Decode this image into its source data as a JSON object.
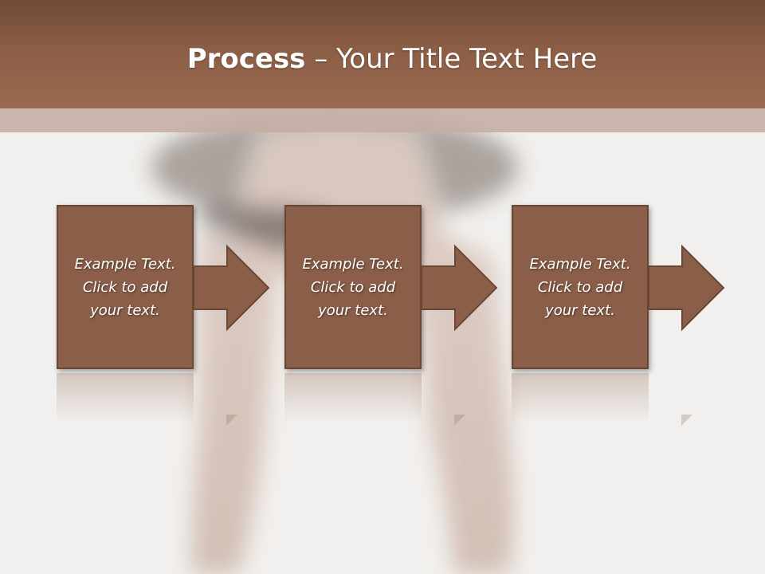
{
  "slide": {
    "title_bold": "Process",
    "title_rest": " – Your Title Text Here"
  },
  "steps": [
    {
      "text": "Example Text.\nClick  to add\nyour text."
    },
    {
      "text": "Example Text.\nClick  to add\nyour text."
    },
    {
      "text": "Example Text.\nClick  to add\nyour text."
    }
  ],
  "colors": {
    "header": "#8c5e46",
    "box": "#8a5e48",
    "box_border": "#6a4634"
  },
  "icons": [
    "arrow-right-icon"
  ]
}
